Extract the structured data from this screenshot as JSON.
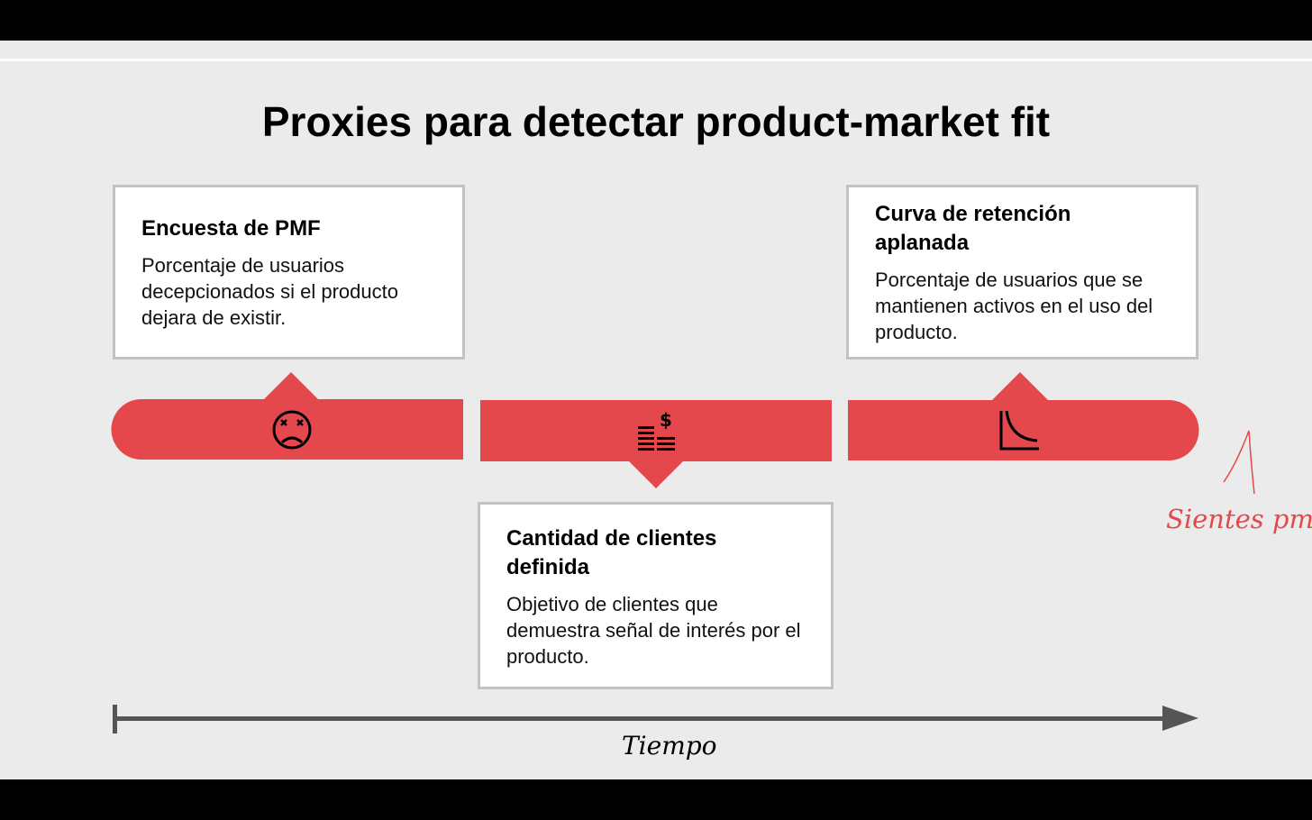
{
  "title": "Proxies para detectar product-market fit",
  "cards": [
    {
      "heading": "Encuesta de PMF",
      "body": "Porcentaje de usuarios decepcionados si el producto dejara de existir."
    },
    {
      "heading": "Cantidad de clientes definida",
      "body": "Objetivo de clientes que demuestra señal de interés por el producto."
    },
    {
      "heading": "Curva de retención aplanada",
      "body": "Porcentaje de usuarios que se mantienen activos en el uso del producto."
    }
  ],
  "icons": [
    "sad-face-icon",
    "dollar-stack-icon",
    "retention-curve-icon"
  ],
  "annotation": "Sientes pmf",
  "axis_label": "Tiempo",
  "colors": {
    "band": "#e5484c",
    "annotation": "#e5484c",
    "axis": "#555555",
    "card_border": "#c2c2c2"
  }
}
